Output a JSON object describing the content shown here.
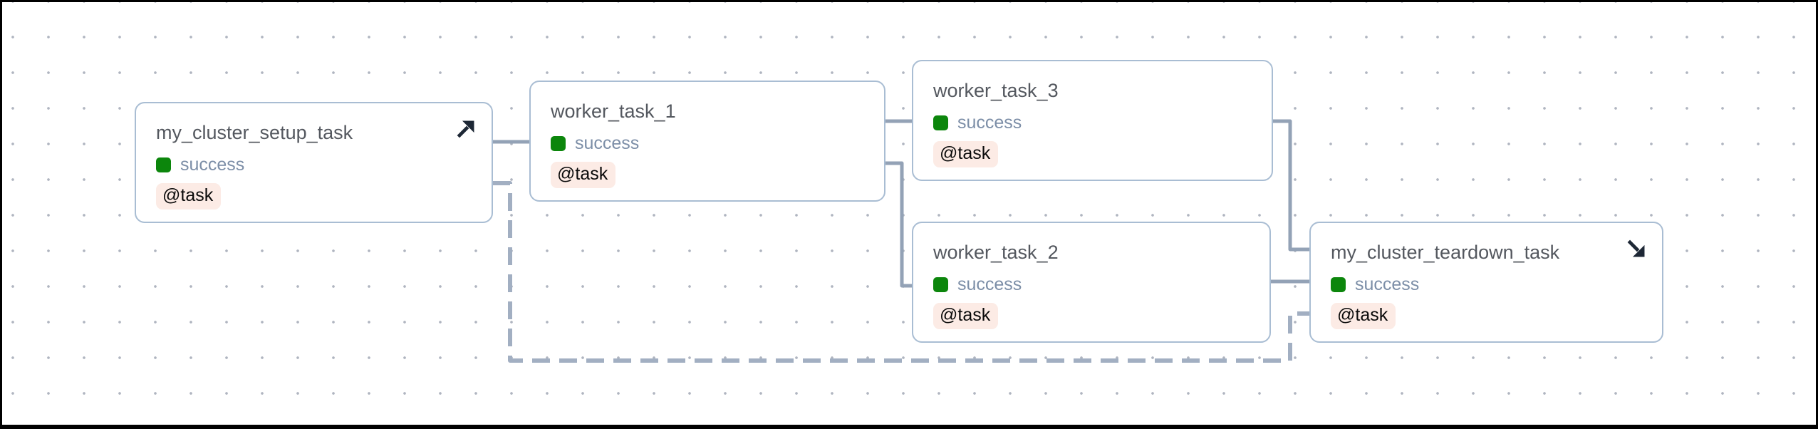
{
  "view": {
    "type": "dag-graph",
    "status_label": "success",
    "decorator_label": "@task"
  },
  "nodes": [
    {
      "id": "my_cluster_setup_task",
      "title": "my_cluster_setup_task",
      "status": "success",
      "decorator": "@task",
      "marker": "setup-arrow-up-right"
    },
    {
      "id": "worker_task_1",
      "title": "worker_task_1",
      "status": "success",
      "decorator": "@task",
      "marker": null
    },
    {
      "id": "worker_task_3",
      "title": "worker_task_3",
      "status": "success",
      "decorator": "@task",
      "marker": null
    },
    {
      "id": "worker_task_2",
      "title": "worker_task_2",
      "status": "success",
      "decorator": "@task",
      "marker": null
    },
    {
      "id": "my_cluster_teardown_task",
      "title": "my_cluster_teardown_task",
      "status": "success",
      "decorator": "@task",
      "marker": "teardown-arrow-down-right"
    }
  ],
  "edges": [
    {
      "from": "my_cluster_setup_task",
      "to": "worker_task_1",
      "style": "solid"
    },
    {
      "from": "worker_task_1",
      "to": "worker_task_3",
      "style": "solid"
    },
    {
      "from": "worker_task_1",
      "to": "worker_task_2",
      "style": "solid"
    },
    {
      "from": "worker_task_3",
      "to": "my_cluster_teardown_task",
      "style": "solid"
    },
    {
      "from": "worker_task_2",
      "to": "my_cluster_teardown_task",
      "style": "solid"
    },
    {
      "from": "my_cluster_setup_task",
      "to": "my_cluster_teardown_task",
      "style": "dashed"
    }
  ],
  "colors": {
    "success_green": "#0c860c",
    "status_text": "#7c8ea7",
    "title_text": "#54585f",
    "badge_background": "#fcebe5",
    "node_border": "#a9bdd3",
    "edge_solid": "#93a2b6",
    "edge_dashed": "#a2afc2",
    "arrow_icon": "#1d2735"
  }
}
